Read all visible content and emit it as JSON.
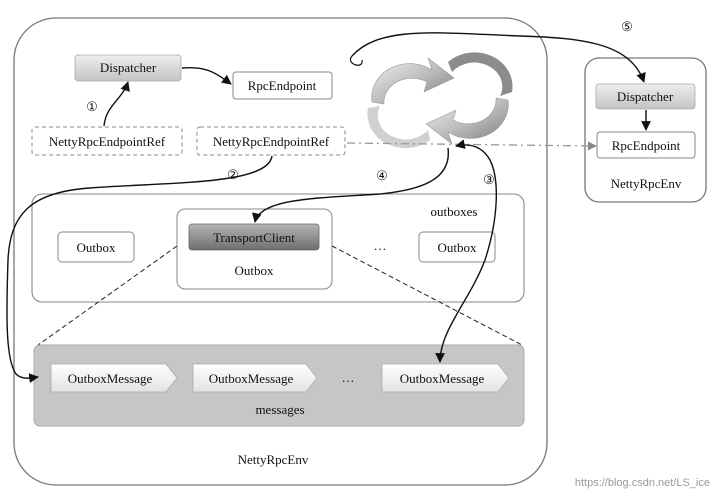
{
  "labels": {
    "dispatcher": "Dispatcher",
    "rpc_endpoint": "RpcEndpoint",
    "ref_1": "NettyRpcEndpointRef",
    "ref_2": "NettyRpcEndpointRef",
    "outboxes": "outboxes",
    "outbox": "Outbox",
    "transport_client": "TransportClient",
    "outbox_mid": "Outbox",
    "outbox_right": "Outbox",
    "ellipsis": "…",
    "outbox_message": "OutboxMessage",
    "messages": "messages",
    "env_main": "NettyRpcEnv",
    "remote_dispatcher": "Dispatcher",
    "remote_endpoint": "RpcEndpoint",
    "env_remote": "NettyRpcEnv"
  },
  "steps": [
    "①",
    "②",
    "③",
    "④",
    "⑤"
  ],
  "watermark": "https://blog.csdn.net/LS_ice",
  "colors": {
    "box_fill_gray": "#d9d9d9",
    "messages_band": "#c8c8c8",
    "transport_client_dark": "#8a8a8a",
    "stroke": "#777777",
    "arrow": "#111111"
  },
  "icons": [
    "circular-arrows-icon"
  ]
}
